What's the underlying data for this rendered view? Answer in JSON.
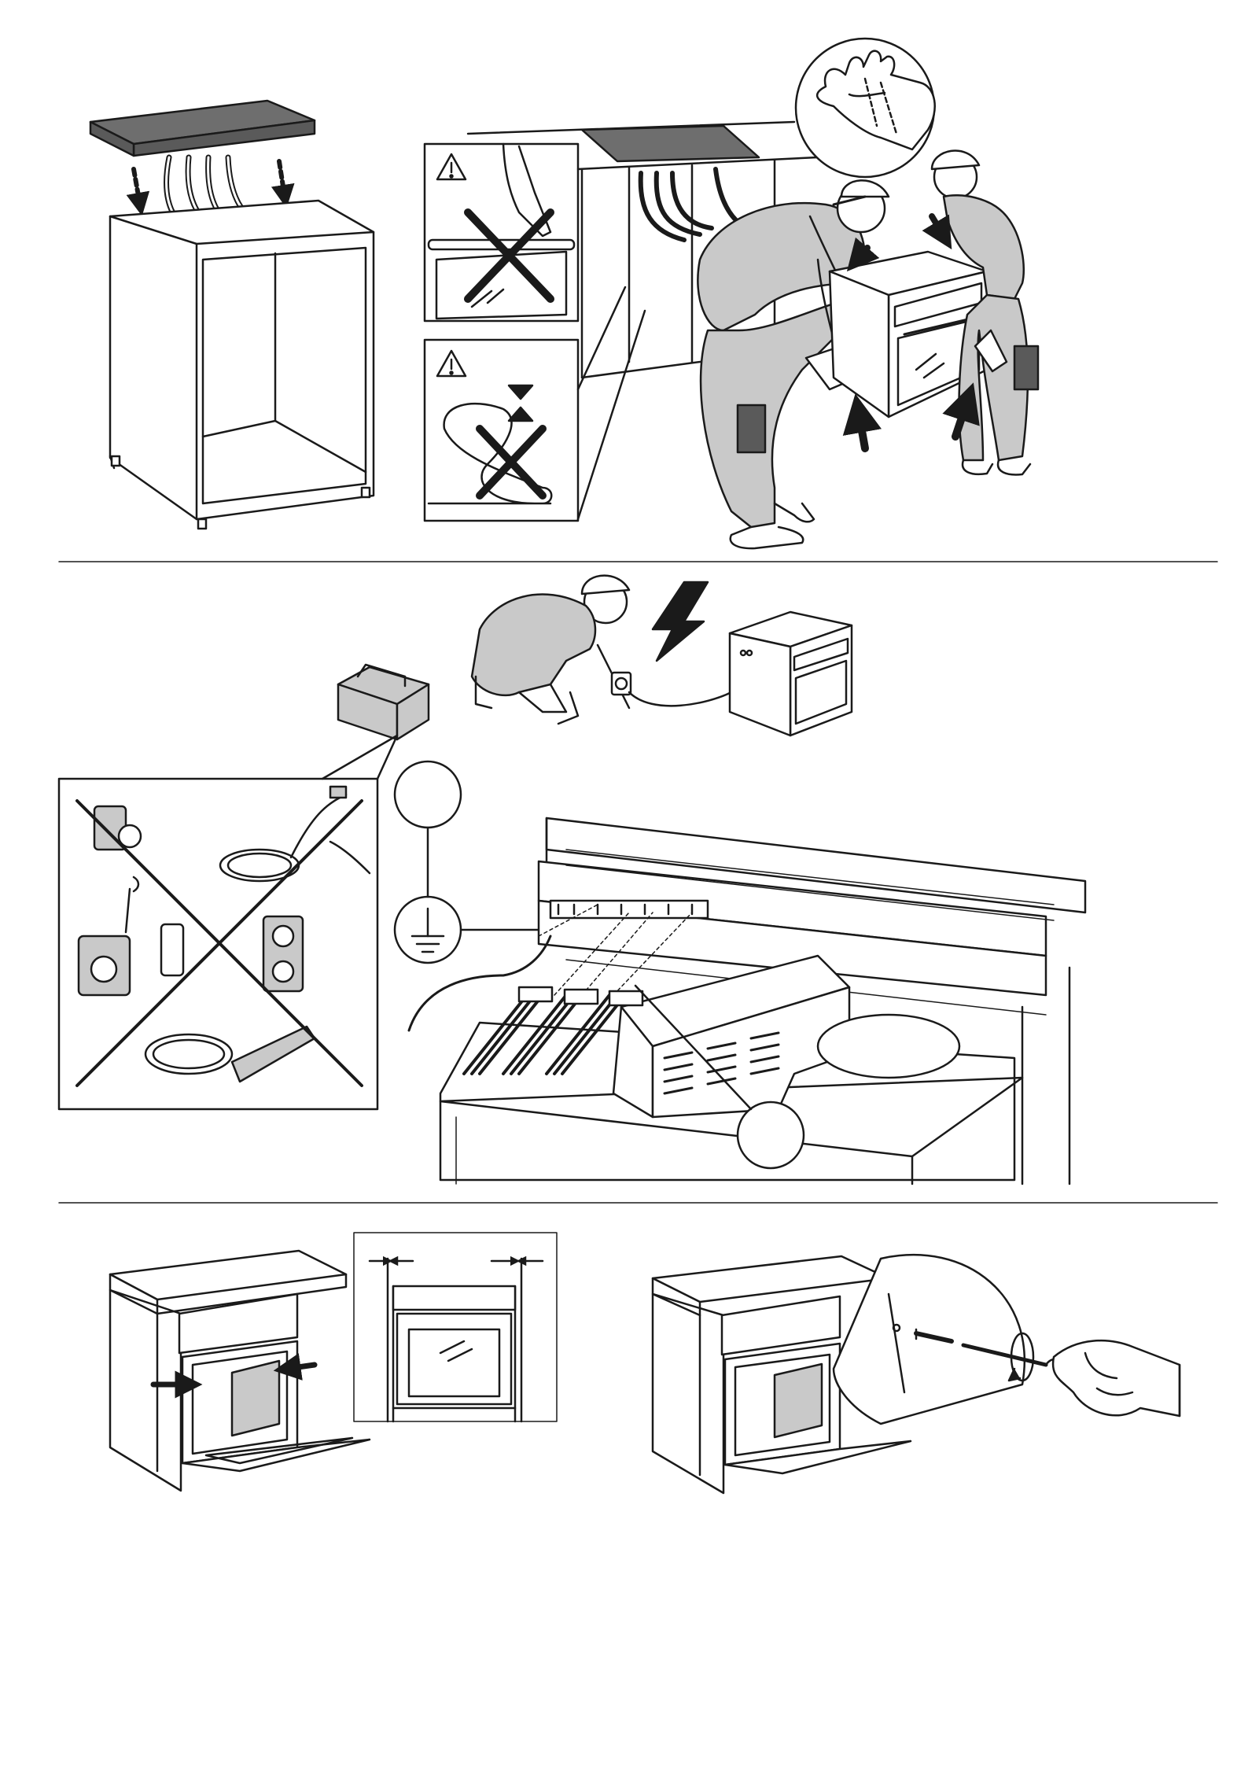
{
  "colors": {
    "ink": "#1a1a1a",
    "grey_fill": "#c9c9c9",
    "dark_grey": "#5a5a5a",
    "worktop": "#6e6e6e",
    "paper": "#ffffff"
  },
  "icons": [
    "warning-triangle-icon",
    "prohibited-cross-icon",
    "earth-ground-symbol-icon",
    "lightning-bolt-icon",
    "safety-glove-icon",
    "arrow-down-icon",
    "arrow-up-icon",
    "rotate-arrow-icon"
  ],
  "sections": [
    {
      "name": "installation-lifting"
    },
    {
      "name": "electrical-connection"
    },
    {
      "name": "mounting-fixing"
    }
  ]
}
